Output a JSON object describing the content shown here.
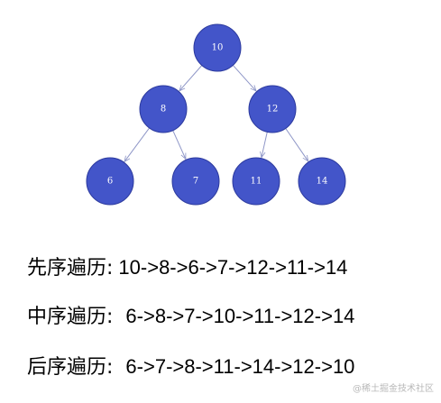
{
  "tree": {
    "nodes": [
      {
        "id": "n10",
        "label": "10"
      },
      {
        "id": "n8",
        "label": "8"
      },
      {
        "id": "n12",
        "label": "12"
      },
      {
        "id": "n6",
        "label": "6"
      },
      {
        "id": "n7",
        "label": "7"
      },
      {
        "id": "n11",
        "label": "11"
      },
      {
        "id": "n14",
        "label": "14"
      }
    ],
    "edges": [
      {
        "from": "n10",
        "to": "n8"
      },
      {
        "from": "n10",
        "to": "n12"
      },
      {
        "from": "n8",
        "to": "n6"
      },
      {
        "from": "n8",
        "to": "n7"
      },
      {
        "from": "n12",
        "to": "n11"
      },
      {
        "from": "n12",
        "to": "n14"
      }
    ],
    "node_color": "#4355c9",
    "edge_color": "#8e96c7"
  },
  "traversals": {
    "preorder": {
      "label": "先序遍历:",
      "sequence": "10->8->6->7->12->11->14"
    },
    "inorder": {
      "label": "中序遍历:",
      "sequence": "6->8->7->10->11->12->14"
    },
    "postorder": {
      "label": "后序遍历:",
      "sequence": "6->7->8->11->14->12->10"
    }
  },
  "watermark": "@稀土掘金技术社区"
}
